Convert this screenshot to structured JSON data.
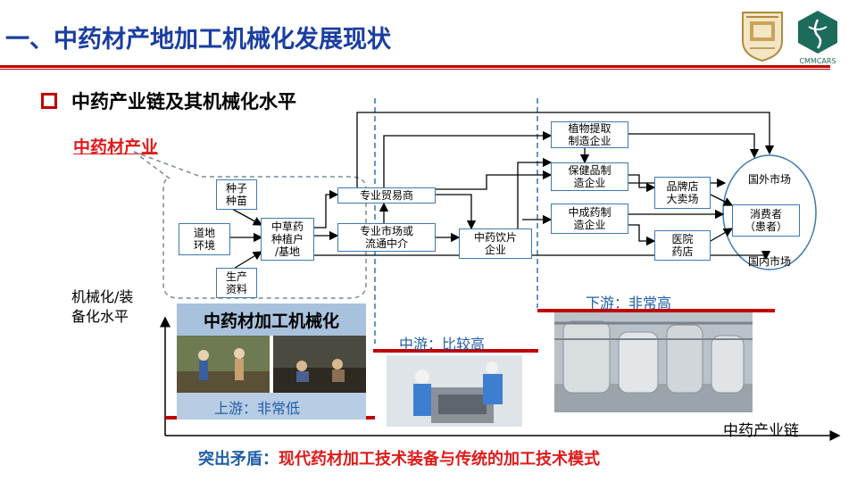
{
  "header": {
    "title": "一、中药材产地加工机械化发展现状",
    "logo_right_text": "CMMCARS"
  },
  "section": {
    "subtitle": "中药产业链及其机械化水平",
    "tcm_materials_label": "中药材产业"
  },
  "diagram": {
    "nodes": {
      "seed": "种子\n种苗",
      "env": "道地\n环境",
      "grower": "中草药\n种植户\n/基地",
      "supplies": "生产\n资料",
      "trade": "专业贸易商",
      "market": "专业市场或\n流通中介",
      "slices": "中药饮片\n企业",
      "extract": "植物提取\n制造企业",
      "health": "保健品制\n造企业",
      "patent": "中成药制\n造企业",
      "brand": "品牌店\n大卖场",
      "hospital": "医院\n药店",
      "foreign": "国外市场",
      "consumer": "消费者\n（患者）",
      "domestic": "国内市场"
    }
  },
  "chart": {
    "y_axis_label": "机械化/装\n备化水平",
    "x_axis_label": "中药产业链",
    "upstream_photo_title": "中药材加工机械化",
    "upstream_level": "上游：非常低",
    "midstream_level": "中游：比较高",
    "downstream_level": "下游：非常高"
  },
  "conclusion": {
    "prefix": "突出矛盾：",
    "text": "现代药材加工技术装备与传统的加工技术模式"
  },
  "colors": {
    "title_blue": "#1a3ea0",
    "accent_red": "#c00000",
    "box_border": "#3d7ab0",
    "level_blue": "#1f5fa8"
  }
}
